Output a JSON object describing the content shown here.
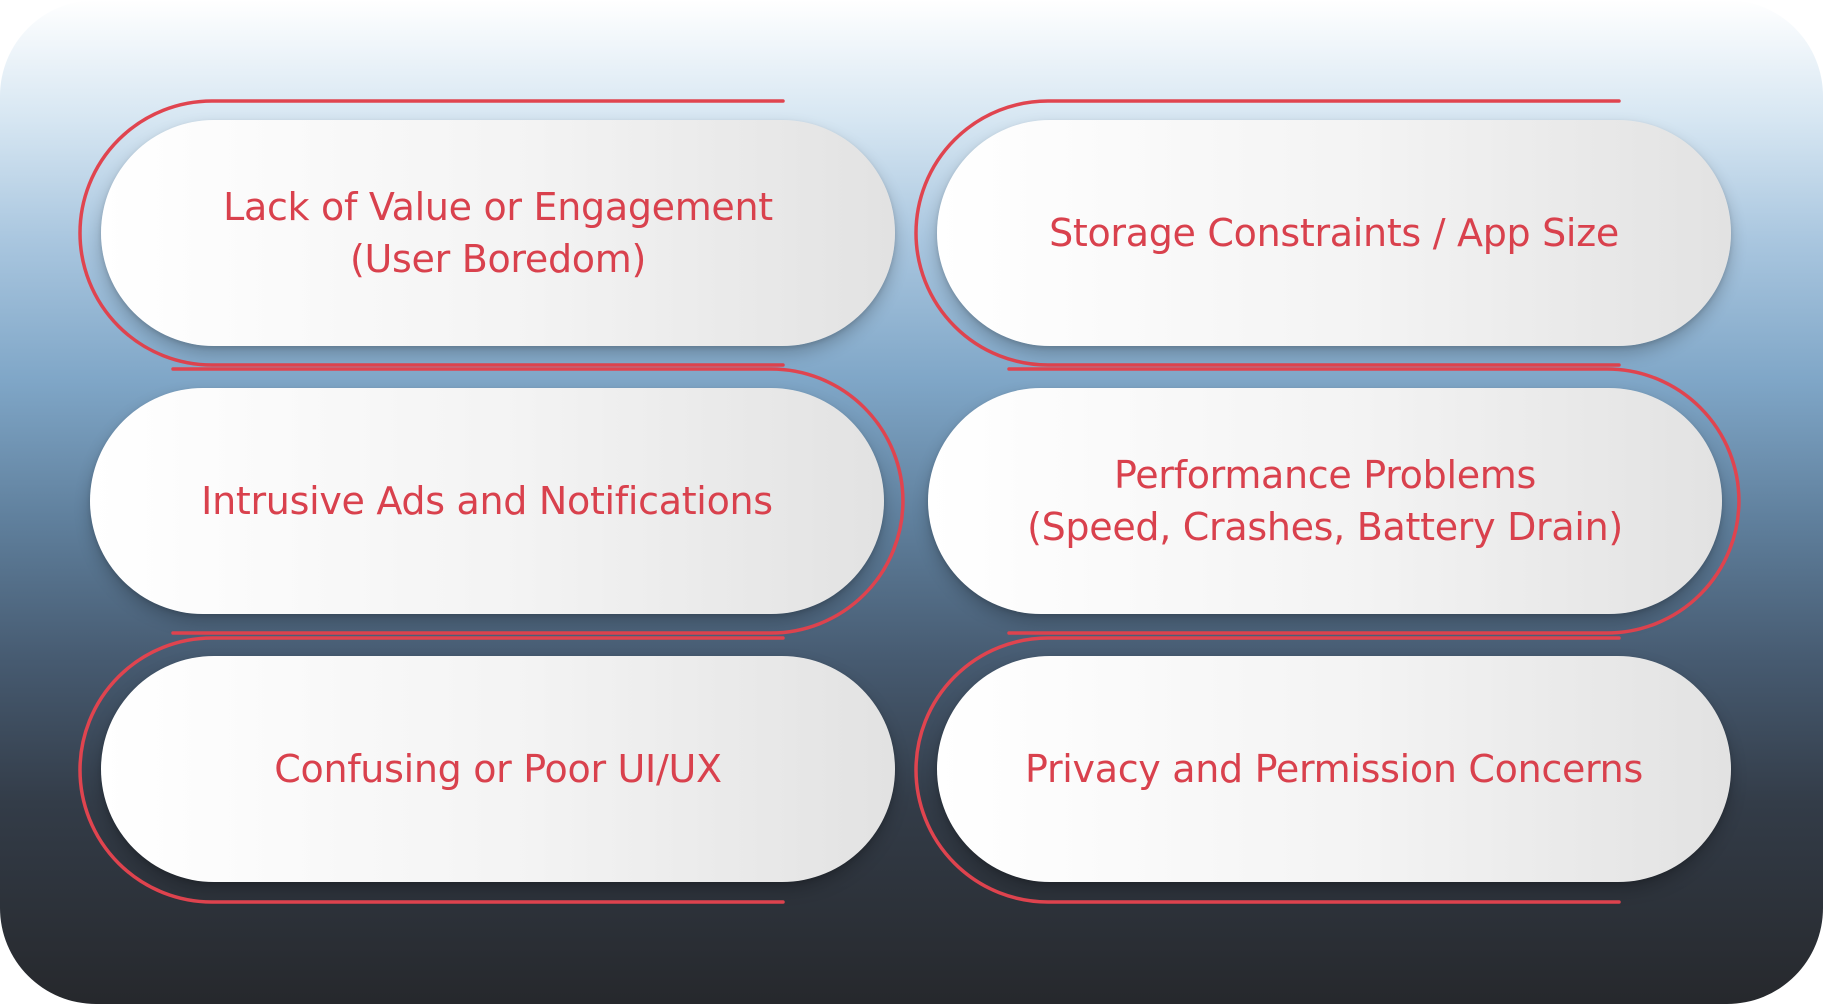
{
  "colors": {
    "accent": "#e0444f",
    "label": "#d9414d"
  },
  "boxes": [
    {
      "label": "Lack of Value or Engagement\n(User Boredom)"
    },
    {
      "label": "Storage Constraints / App Size"
    },
    {
      "label": "Intrusive Ads and Notifications"
    },
    {
      "label": "Performance Problems\n(Speed, Crashes, Battery Drain)"
    },
    {
      "label": "Confusing or Poor UI/UX"
    },
    {
      "label": "Privacy and Permission Concerns"
    }
  ]
}
